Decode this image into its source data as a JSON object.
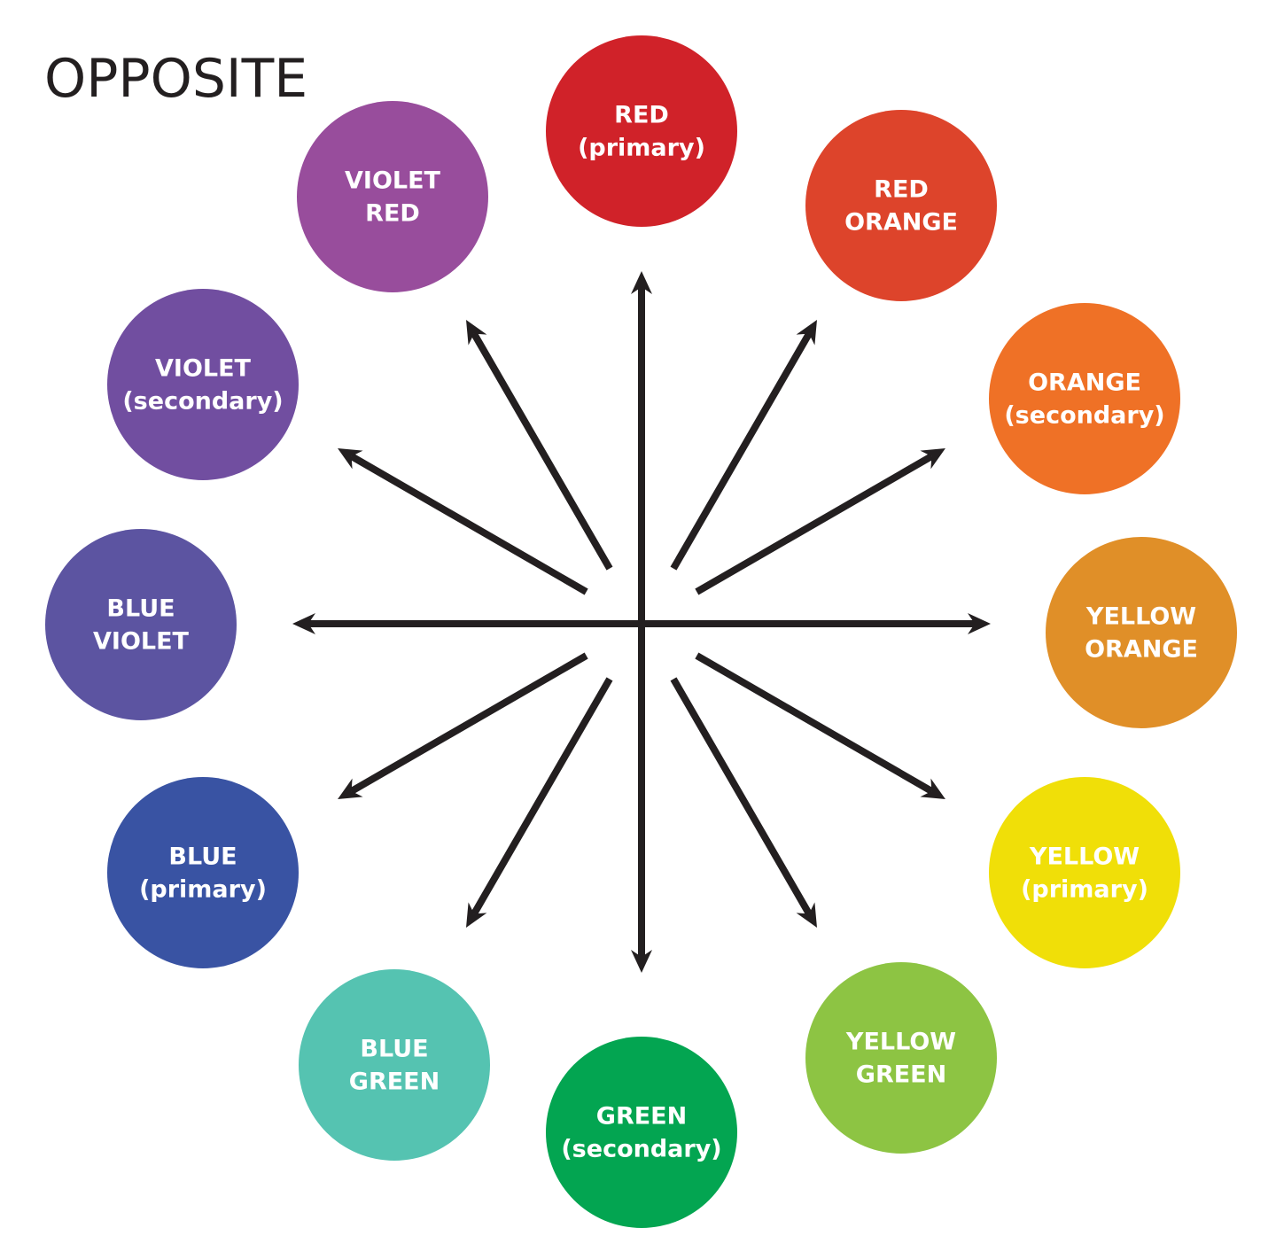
{
  "title": "OPPOSITE",
  "arrow_color": "#231f20",
  "colors": [
    {
      "id": "red",
      "lines": [
        "RED",
        "(primary)"
      ],
      "fill": "#d02229"
    },
    {
      "id": "red-orange",
      "lines": [
        "RED",
        "ORANGE"
      ],
      "fill": "#dd442b"
    },
    {
      "id": "orange",
      "lines": [
        "ORANGE",
        "(secondary)"
      ],
      "fill": "#ef7126"
    },
    {
      "id": "yellow-orange",
      "lines": [
        "YELLOW",
        "ORANGE"
      ],
      "fill": "#e08f28"
    },
    {
      "id": "yellow",
      "lines": [
        "YELLOW",
        "(primary)"
      ],
      "fill": "#f0df08"
    },
    {
      "id": "yellow-green",
      "lines": [
        "YELLOW",
        "GREEN"
      ],
      "fill": "#8dc443"
    },
    {
      "id": "green",
      "lines": [
        "GREEN",
        "(secondary)"
      ],
      "fill": "#03a551"
    },
    {
      "id": "blue-green",
      "lines": [
        "BLUE",
        "GREEN"
      ],
      "fill": "#55c3b1"
    },
    {
      "id": "blue",
      "lines": [
        "BLUE",
        "(primary)"
      ],
      "fill": "#3953a3"
    },
    {
      "id": "blue-violet",
      "lines": [
        "BLUE",
        "VIOLET"
      ],
      "fill": "#5c54a1"
    },
    {
      "id": "violet",
      "lines": [
        "VIOLET",
        "(secondary)"
      ],
      "fill": "#714ea0"
    },
    {
      "id": "violet-red",
      "lines": [
        "VIOLET",
        "RED"
      ],
      "fill": "#984d9c"
    }
  ]
}
